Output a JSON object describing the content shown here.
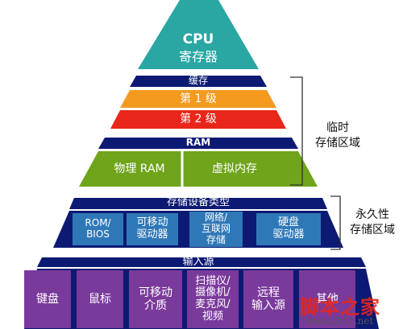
{
  "colors": {
    "teal": "#2aa6a3",
    "navy": "#0d1a73",
    "orange": "#f39a1f",
    "red": "#e8261a",
    "green": "#6fa41b",
    "blue": "#2f78b8",
    "purple": "#7a3a9b"
  },
  "cpu": {
    "line1": "CPU",
    "line2": "寄存器"
  },
  "cache": {
    "header": "缓存",
    "level1": "第 1 级",
    "level2": "第 2 级"
  },
  "ram": {
    "header": "RAM",
    "items": [
      "物理 RAM",
      "虚拟内存"
    ]
  },
  "storage": {
    "header": "存储设备类型",
    "items": [
      {
        "lines": [
          "ROM/",
          "BIOS"
        ]
      },
      {
        "lines": [
          "可移动",
          "驱动器"
        ]
      },
      {
        "lines": [
          "网络/",
          "互联网",
          "存储"
        ]
      },
      {
        "lines": [
          "硬盘",
          "驱动器"
        ]
      }
    ]
  },
  "input": {
    "header": "输入源",
    "items": [
      {
        "lines": [
          "键盘"
        ]
      },
      {
        "lines": [
          "鼠标"
        ]
      },
      {
        "lines": [
          "可移动",
          "介质"
        ]
      },
      {
        "lines": [
          "扫描仪/",
          "摄像机/",
          "麦克风/",
          "视频"
        ]
      },
      {
        "lines": [
          "远程",
          "输入源"
        ]
      },
      {
        "lines": [
          "其他"
        ]
      }
    ]
  },
  "annotations": {
    "temporary": [
      "临时",
      "存储区域"
    ],
    "permanent": [
      "永久性",
      "存储区域"
    ]
  },
  "watermark": {
    "brand": "脚本之家",
    "url": "www.jb51.net"
  }
}
